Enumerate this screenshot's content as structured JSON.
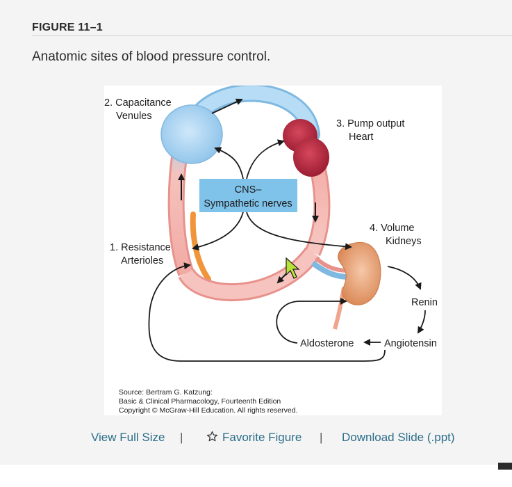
{
  "figure": {
    "label": "FIGURE 11–1",
    "caption": "Anatomic sites of blood pressure control."
  },
  "diagram": {
    "capacitance_title": "2. Capacitance",
    "capacitance_sub": "Venules",
    "pump_title": "3. Pump output",
    "pump_sub": "Heart",
    "cns_line1": "CNS–",
    "cns_line2": "Sympathetic nerves",
    "volume_title": "4. Volume",
    "volume_sub": "Kidneys",
    "resistance_title": "1. Resistance",
    "resistance_sub": "Arterioles",
    "renin": "Renin",
    "aldosterone": "Aldosterone",
    "angiotensin": "Angiotensin"
  },
  "source": {
    "line1": "Source: Bertram G. Katzung:",
    "line2": "Basic & Clinical Pharmacology, Fourteenth Edition",
    "line3": "Copyright © McGraw-Hill Education. All rights reserved."
  },
  "actions": {
    "view_full_size": "View Full Size",
    "separator": "|",
    "favorite_figure": "Favorite Figure",
    "download_slide": "Download Slide (.ppt)"
  },
  "colors": {
    "link": "#2c6e8a",
    "vein_blue": "#a9d3f0",
    "artery_pink": "#f3b7b0",
    "arteriole_orange": "#f0953a",
    "heart_red": "#b3243a",
    "kidney": "#e39a6a",
    "cns_box": "#7fc3ea"
  },
  "icons": {
    "favorite": "star-outline-icon",
    "cursor": "mouse-pointer-icon"
  }
}
